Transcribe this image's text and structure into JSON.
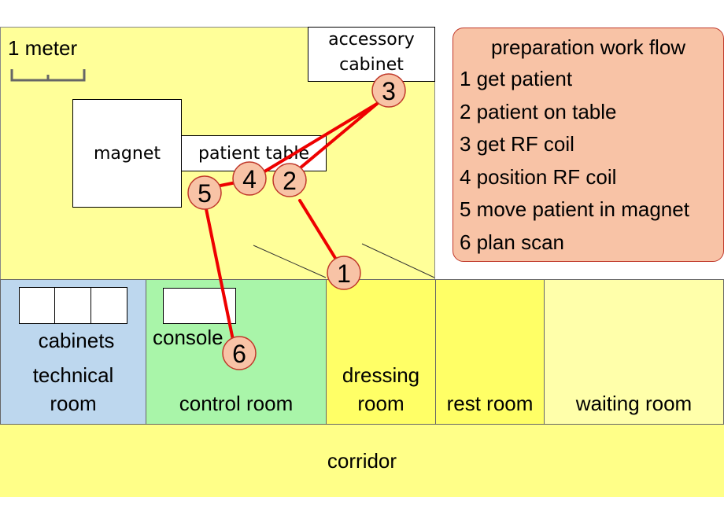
{
  "scale_bar": {
    "label": "1 meter"
  },
  "rooms": {
    "scanner_room": {
      "color": "#ffff99"
    },
    "technical_room": {
      "label": "technical\nroom",
      "color": "#bdd7ee"
    },
    "control_room": {
      "label": "control room",
      "color": "#a9f5a9"
    },
    "dressing_room": {
      "label": "dressing\nroom",
      "color": "#ffff66"
    },
    "rest_room": {
      "label": "rest room",
      "color": "#ffff66"
    },
    "waiting_room": {
      "label": "waiting room",
      "color": "#ffffaa"
    },
    "corridor": {
      "label": "corridor",
      "color": "#ffff88"
    }
  },
  "furniture": {
    "accessory_cabinet": "accessory\ncabinet",
    "magnet": "magnet",
    "patient_table": "patient table",
    "cabinets": "cabinets",
    "console": "console"
  },
  "workflow": {
    "title": "preparation work flow",
    "steps": [
      "1 get patient",
      "2 patient on table",
      "3 get RF coil",
      "4 position RF coil",
      "5 move patient in magnet",
      "6 plan scan"
    ],
    "color": "#f8c3a6"
  },
  "markers": [
    "1",
    "2",
    "3",
    "4",
    "5",
    "6"
  ],
  "path_color": "#ee0000",
  "marker_color": "#f8c3a6"
}
